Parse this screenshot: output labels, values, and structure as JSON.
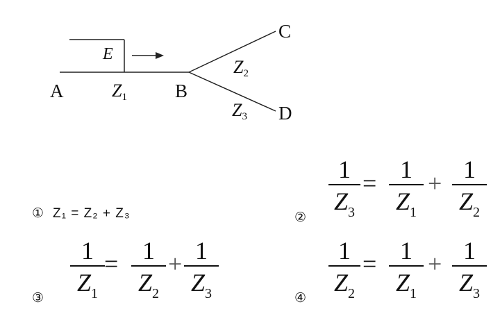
{
  "diagram": {
    "labels": {
      "A": "A",
      "B": "B",
      "C": "C",
      "D": "D",
      "E": "E",
      "Z1": "Z",
      "Z1_sub": "1",
      "Z2": "Z",
      "Z2_sub": "2",
      "Z3": "Z",
      "Z3_sub": "3"
    }
  },
  "options": {
    "o1": {
      "marker": "①",
      "text": "Z₁ = Z₂ + Z₃"
    },
    "o2": {
      "marker": "②",
      "lhs": {
        "num": "1",
        "den": "Z",
        "sub": "3"
      },
      "eq": "=",
      "t1": {
        "num": "1",
        "den": "Z",
        "sub": "1"
      },
      "plus": "+",
      "t2": {
        "num": "1",
        "den": "Z",
        "sub": "2"
      }
    },
    "o3": {
      "marker": "③",
      "lhs": {
        "num": "1",
        "den": "Z",
        "sub": "1"
      },
      "eq": "=",
      "t1": {
        "num": "1",
        "den": "Z",
        "sub": "2"
      },
      "plus": "+",
      "t2": {
        "num": "1",
        "den": "Z",
        "sub": "3"
      }
    },
    "o4": {
      "marker": "④",
      "lhs": {
        "num": "1",
        "den": "Z",
        "sub": "2"
      },
      "eq": "=",
      "t1": {
        "num": "1",
        "den": "Z",
        "sub": "1"
      },
      "plus": "+",
      "t2": {
        "num": "1",
        "den": "Z",
        "sub": "3"
      }
    }
  }
}
